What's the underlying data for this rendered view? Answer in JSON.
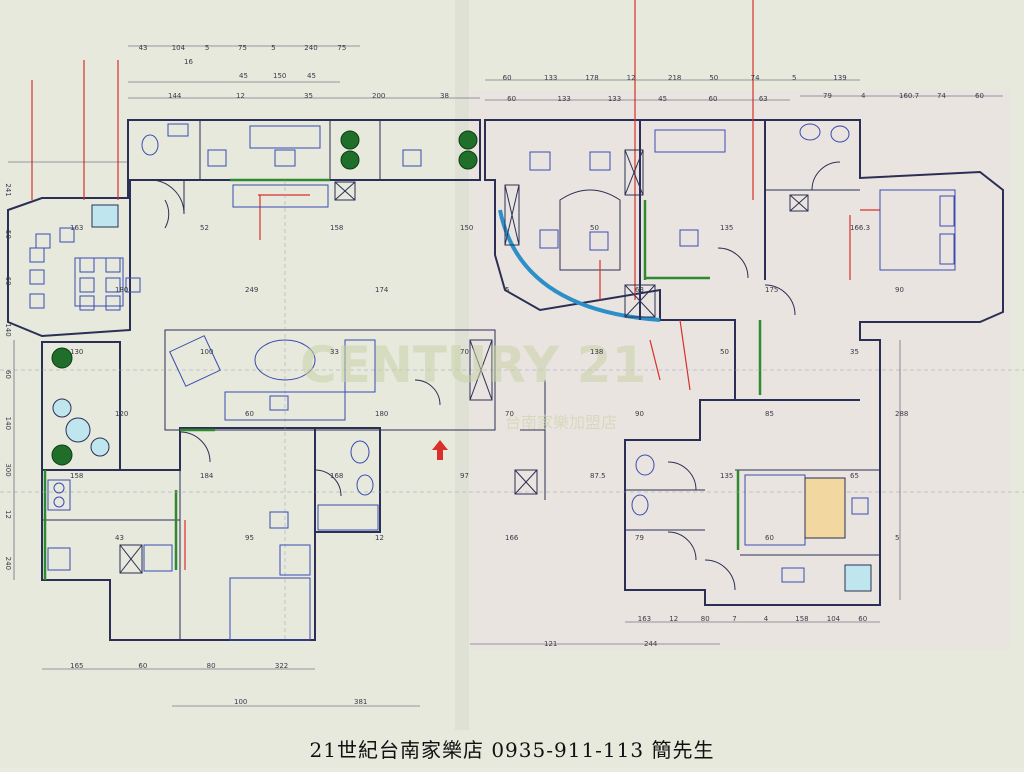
{
  "watermark": {
    "brand": "CENTURY 21",
    "branch": "台南家樂加盟店"
  },
  "caption": "21世紀台南家樂店 0935-911-113 簡先生",
  "dimensions": {
    "top_row1": [
      "43",
      "104",
      "5",
      "75",
      "5",
      "240",
      "75"
    ],
    "top_row2": [
      "16"
    ],
    "top_row3": [
      "45",
      "150",
      "45"
    ],
    "top_row4": [
      "144",
      "12",
      "35",
      "200",
      "38"
    ],
    "top_right_row1": [
      "60",
      "133",
      "178",
      "12",
      "218",
      "50",
      "74",
      "5",
      "139"
    ],
    "top_right_row2": [
      "60",
      "133",
      "133",
      "45",
      "60",
      "63"
    ],
    "top_far_right": [
      "79",
      "4",
      "160.7",
      "74",
      "60"
    ],
    "left": [
      "241",
      "50",
      "60",
      "140",
      "60",
      "140",
      "300",
      "12",
      "240"
    ],
    "bottom_left": [
      "165",
      "60",
      "80",
      "322"
    ],
    "bottom_left2": [
      "100",
      "381"
    ],
    "bottom_mid": [
      "121",
      "244"
    ],
    "bottom_right": [
      "163",
      "12",
      "80",
      "7",
      "4",
      "158",
      "104",
      "60"
    ],
    "interior": [
      "163",
      "52",
      "158",
      "150",
      "50",
      "135",
      "166.3",
      "180",
      "249",
      "174",
      "5",
      "63",
      "175",
      "90",
      "130",
      "100",
      "33",
      "70",
      "138",
      "50",
      "35",
      "120",
      "60",
      "180",
      "70",
      "90",
      "85",
      "288",
      "158",
      "184",
      "168",
      "97",
      "87.5",
      "135",
      "65",
      "43",
      "95",
      "12",
      "166",
      "79",
      "60",
      "5"
    ]
  }
}
